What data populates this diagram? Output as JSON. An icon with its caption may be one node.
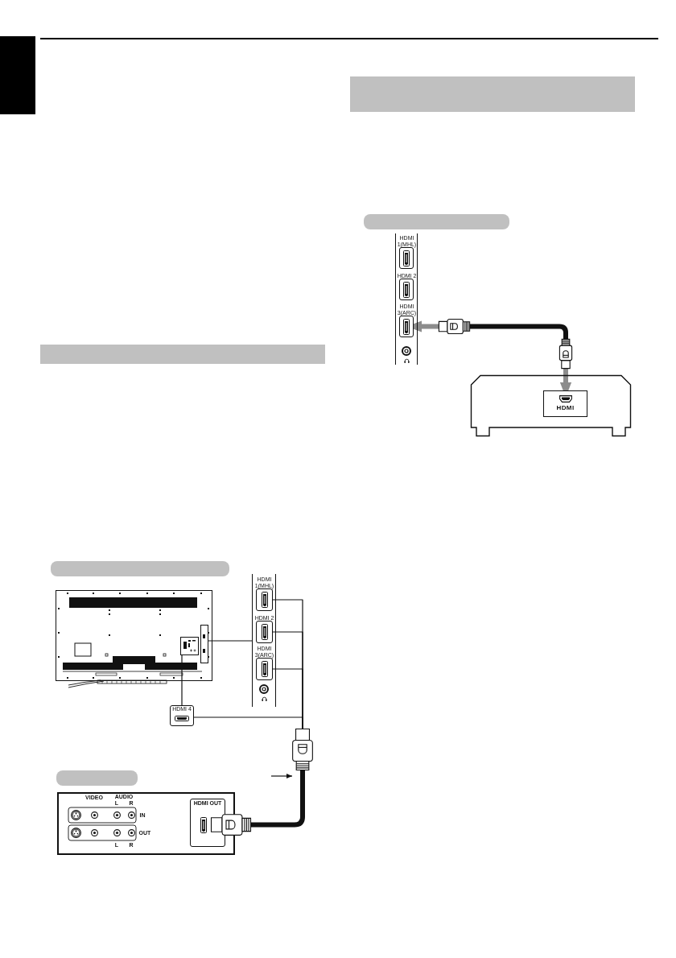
{
  "diagram": {
    "nodes": [
      {
        "text": [],
        "shape": "bar"
      },
      {
        "text": [],
        "shape": "bar"
      },
      {
        "text": [],
        "shape": "picture"
      },
      {
        "text": [],
        "shape": "box",
        "in": 2
      },
      {
        "text": [],
        "shape": "box",
        "in": 2
      },
      {
        "text": [],
        "shape": "box"
      },
      {
        "text": [
          "HDMI 1(MHL)"
        ],
        "in": 5
      },
      {
        "text": [
          "HDMI 2"
        ],
        "in": 5
      },
      {
        "text": [
          "HDMI 3(ARC)"
        ],
        "in": 5
      },
      {
        "text": [
          "HDMI 4"
        ]
      },
      {
        "text": [],
        "shape": "picture"
      },
      {
        "text": [],
        "shape": "bar"
      },
      {
        "text": [
          "VIDEO",
          "AUDIO",
          "L",
          "R",
          "IN",
          "OUT",
          "L",
          "R"
        ]
      },
      {
        "text": [
          "HDMI OUT"
        ],
        "in": 12
      },
      {
        "text": [],
        "shape": "picture"
      },
      {
        "text": [],
        "shape": "bar"
      },
      {
        "text": [],
        "shape": "bar"
      },
      {
        "text": [],
        "shape": "box"
      },
      {
        "text": [
          "HDMI 1(MHL)"
        ],
        "in": 17
      },
      {
        "text": [
          "HDMI 2"
        ],
        "in": 17
      },
      {
        "text": [
          "HDMI 3(ARC)"
        ],
        "in": 17
      },
      {
        "text": [],
        "shape": "picture"
      },
      {
        "text": [],
        "shape": "picture"
      },
      {
        "text": [],
        "shape": "box"
      },
      {
        "text": [
          "HDMI"
        ],
        "in": 23
      }
    ],
    "edges": [
      {
        "from": 4,
        "to": 5,
        "arrow": "none"
      },
      {
        "from": 3,
        "to": 9,
        "arrow": "none"
      },
      {
        "from": 6,
        "to": 10,
        "arrow": "none"
      },
      {
        "from": 7,
        "to": 10,
        "arrow": "none"
      },
      {
        "from": 8,
        "to": 10,
        "arrow": "none"
      },
      {
        "from": 9,
        "to": 10,
        "arrow": "none"
      },
      {
        "from": 14,
        "to": 10,
        "arrow": "none",
        "style": "thick"
      },
      {
        "from": null,
        "to": 10,
        "arrow": "to"
      },
      {
        "from": 21,
        "to": 20,
        "arrow": "to",
        "style": "thick",
        "color": "#8c8c8c"
      },
      {
        "from": 22,
        "to": 24,
        "arrow": "to",
        "style": "thick",
        "color": "#8c8c8c"
      },
      {
        "from": 21,
        "to": 22,
        "arrow": "none",
        "style": "thick"
      }
    ]
  }
}
